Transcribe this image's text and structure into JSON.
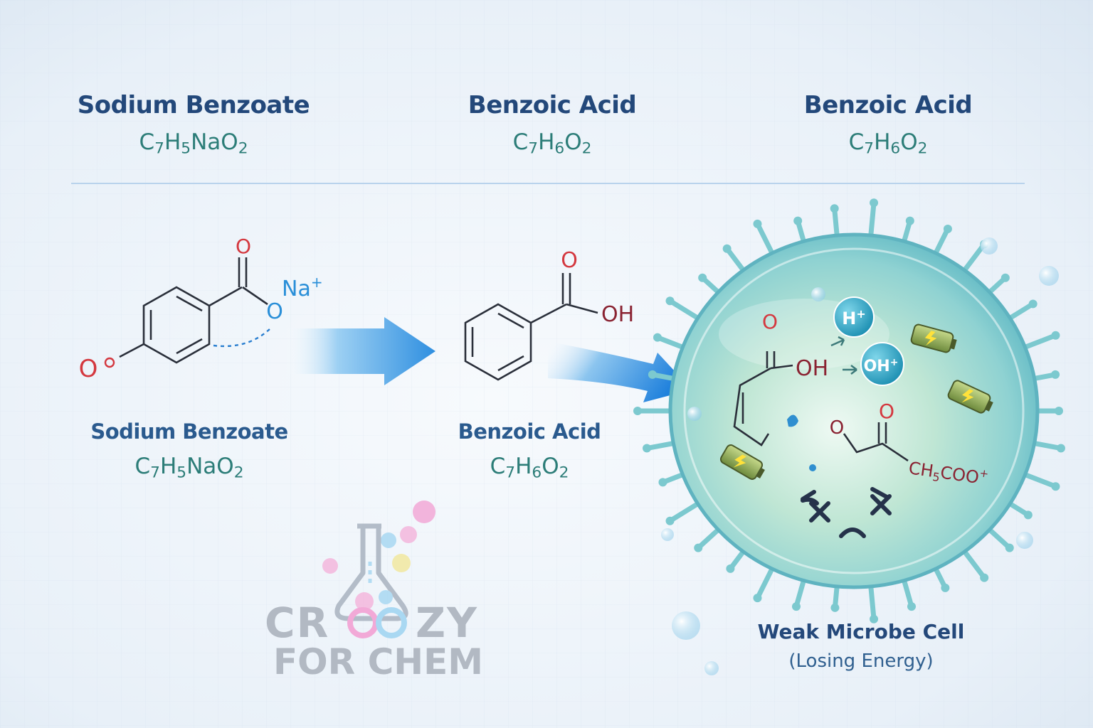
{
  "header": {
    "col1": {
      "name": "Sodium Benzoate",
      "formula": [
        "C",
        "7",
        "H",
        "5",
        "NaO",
        "2",
        ""
      ]
    },
    "col2": {
      "name": "Benzoic Acid",
      "formula": [
        "C",
        "7",
        "H",
        "6",
        "O",
        "2",
        ""
      ]
    },
    "col3": {
      "name": "Benzoic Acid",
      "formula": [
        "C",
        "7",
        "H",
        "6",
        "O",
        "2",
        ""
      ]
    }
  },
  "structures": {
    "sodium_benzoate": {
      "carbonyl_o": "O",
      "ether_o": "O",
      "sodium": "Na",
      "sodium_charge": "+",
      "para_o": "O",
      "label": "Sodium Benzoate",
      "formula": [
        "C",
        "7",
        "H",
        "5",
        "NaO",
        "2"
      ]
    },
    "benzoic_acid": {
      "carbonyl_o": "O",
      "hydroxyl": "OH",
      "label": "Benzoic Acid",
      "formula": [
        "C",
        "7",
        "H",
        "6",
        "O",
        "2"
      ]
    }
  },
  "cell": {
    "carbonyl_o": "O",
    "hydroxyl": "OH",
    "proton": "H",
    "proton_charge": "+",
    "hydroxide": "OH",
    "hydroxide_charge": "+",
    "ring_o": "O",
    "ring_carbonyl_o": "O",
    "acetate": "CH",
    "acetate_sub": "5",
    "acetate_tail": "COO",
    "acetate_charge": "+",
    "caption": "Weak Microbe Cell",
    "subcaption": "(Losing Energy)"
  },
  "logo": {
    "line1_a": "CR",
    "line1_b": "ZY",
    "line2": "FOR CHEM"
  },
  "colors": {
    "heading": "#23487a",
    "formula": "#2c7d78",
    "oxygen": "#d4383f",
    "sodium": "#2a8fd8",
    "arrow": "#3a9fe0",
    "cell": "#7fcfd0"
  }
}
